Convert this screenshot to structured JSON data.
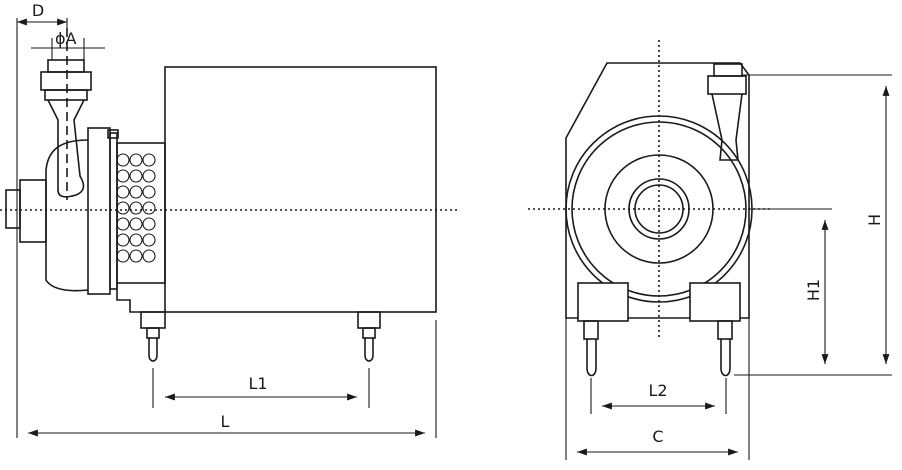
{
  "labels": {
    "d": "D",
    "phi_a": "ϕA",
    "l1": "L1",
    "l": "L",
    "l2": "L2",
    "c": "C",
    "h": "H",
    "h1": "H1"
  }
}
